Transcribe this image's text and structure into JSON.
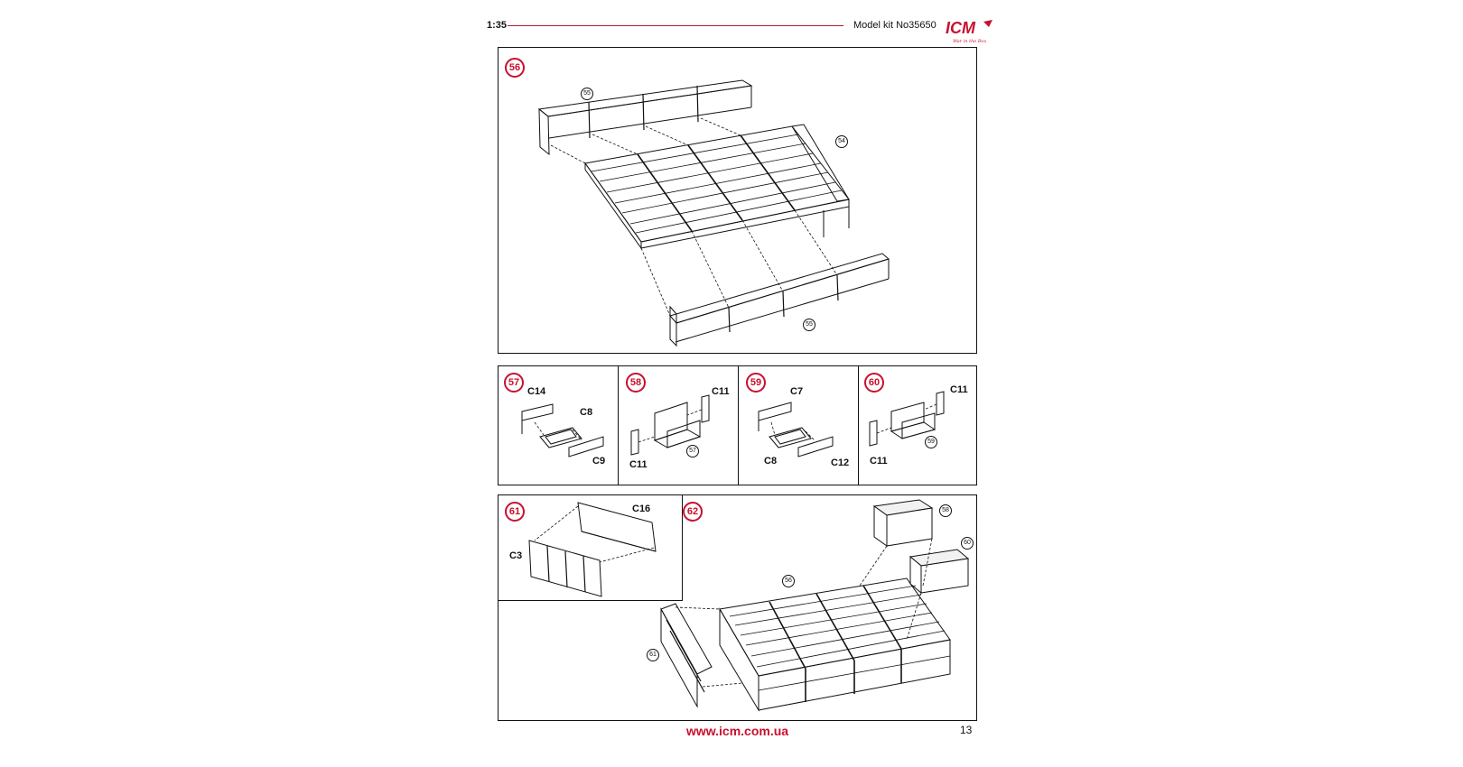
{
  "header": {
    "scale": "1:35",
    "kit": "Model kit No35650",
    "logo": "ICM",
    "logo_tagline": "War in the Box"
  },
  "steps": {
    "s56": {
      "number": "56",
      "refs": [
        "55",
        "54",
        "55"
      ]
    },
    "s57": {
      "number": "57",
      "parts": [
        "C14",
        "C8",
        "C9"
      ]
    },
    "s58": {
      "number": "58",
      "parts": [
        "C11",
        "C11"
      ],
      "refs": [
        "57"
      ]
    },
    "s59": {
      "number": "59",
      "parts": [
        "C7",
        "C8",
        "C12"
      ]
    },
    "s60": {
      "number": "60",
      "parts": [
        "C11",
        "C11"
      ],
      "refs": [
        "59"
      ]
    },
    "s61": {
      "number": "61",
      "parts": [
        "C16",
        "C3"
      ]
    },
    "s62": {
      "number": "62",
      "refs": [
        "58",
        "60",
        "56",
        "61"
      ]
    }
  },
  "footer": {
    "url": "www.icm.com.ua",
    "page": "13"
  },
  "colors": {
    "accent": "#c8102e",
    "line": "#111111"
  }
}
